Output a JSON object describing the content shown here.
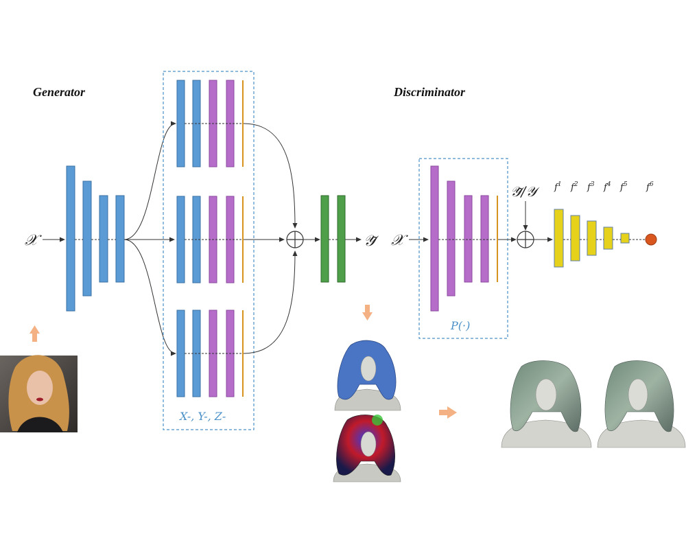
{
  "generator": {
    "title": "Generator",
    "input_symbol": "𝒳",
    "output_symbol": "𝒴̃",
    "group_caption": "X-, Y-, Z-"
  },
  "discriminator": {
    "title": "Discriminator",
    "input_symbol": "𝒳",
    "compare_symbol": "𝒴̃/𝒴",
    "projection_caption": "P(·)",
    "feature_labels": [
      "f",
      "f",
      "f",
      "f",
      "f",
      "f"
    ],
    "feature_superscripts": [
      "1",
      "2",
      "3",
      "4",
      "5",
      "6"
    ]
  },
  "colors": {
    "blue": "#5b9bd5",
    "purple": "#b66dc9",
    "orange_bar": "#d6941e",
    "green": "#4e9e4a",
    "yellow": "#e6d21a",
    "node": "#d9571f",
    "arrow_orange": "#f4b183",
    "dashed_box": "#4a90c8"
  }
}
